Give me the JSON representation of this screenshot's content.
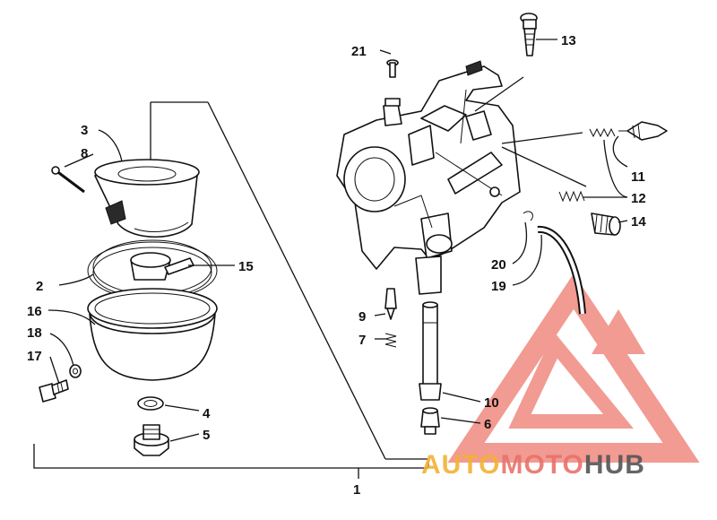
{
  "diagram": {
    "callouts": [
      "1",
      "2",
      "3",
      "4",
      "5",
      "6",
      "7",
      "8",
      "9",
      "10",
      "11",
      "12",
      "13",
      "14",
      "15",
      "16",
      "17",
      "18",
      "19",
      "20",
      "21"
    ]
  },
  "watermark": {
    "part1": "AUTO",
    "part2": "MOTO",
    "part3": "HUB",
    "color_auto": "#f2b233",
    "color_moto": "#e8736a",
    "color_hub": "#555555",
    "logo_color": "#e8554d"
  }
}
